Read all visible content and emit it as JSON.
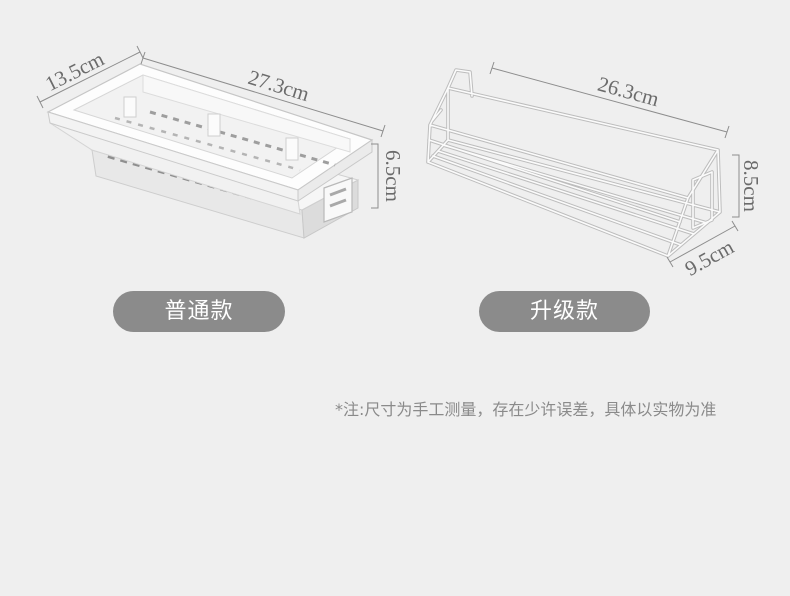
{
  "page": {
    "background": "#efefef"
  },
  "products": [
    {
      "variant_label": "普通款",
      "dimensions": {
        "width": "13.5cm",
        "length": "27.3cm",
        "height": "6.5cm"
      }
    },
    {
      "variant_label": "升级款",
      "dimensions": {
        "length": "26.3cm",
        "height": "8.5cm",
        "width": "9.5cm"
      }
    }
  ],
  "note": "*注:尺寸为手工测量，存在少许误差，具体以实物为准",
  "colors": {
    "pill": "#8b8b8b",
    "pill_text": "#ffffff",
    "dimension_text": "#6b6b6b",
    "note_text": "#8a8a8a"
  }
}
